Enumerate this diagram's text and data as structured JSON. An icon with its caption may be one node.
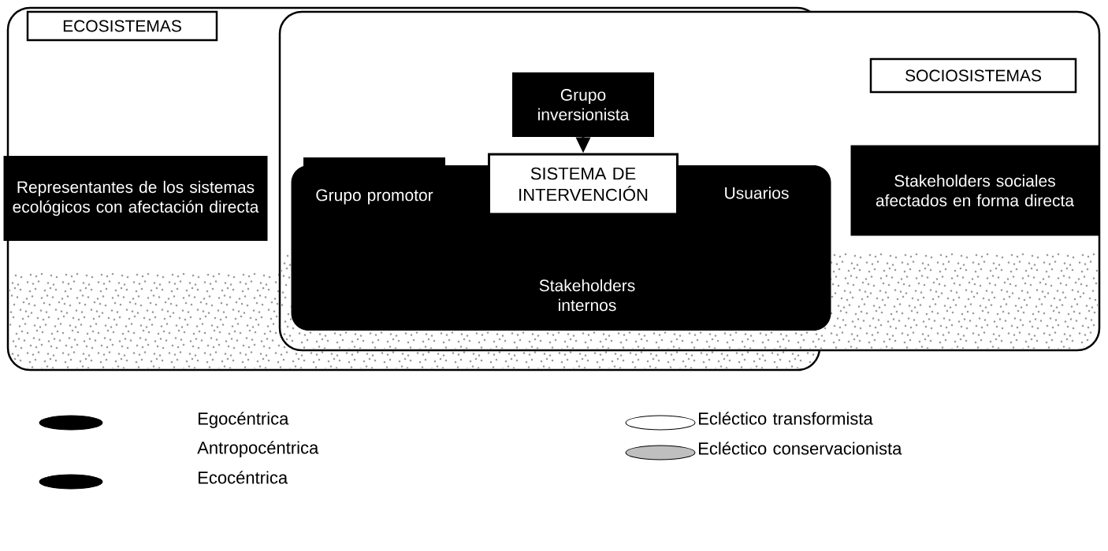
{
  "diagram": {
    "nodes": [
      {
        "text": [
          "ECOSISTEMAS"
        ]
      },
      {
        "text": [
          "Representantes de los sistemas ecológicos con afectación directa"
        ],
        "in": 0
      },
      {
        "text": [
          "SOCIOSISTEMAS"
        ]
      },
      {
        "text": [
          "Grupo inversionista"
        ]
      },
      {
        "text": [
          "Stakeholders internos"
        ]
      },
      {
        "text": [
          "Grupo promotor"
        ]
      },
      {
        "text": [
          "SISTEMA DE INTERVENCIÓN"
        ]
      },
      {
        "text": [
          "Usuarios"
        ],
        "in": 4
      },
      {
        "text": [
          "Stakeholders sociales afectados en forma directa"
        ],
        "in": 2
      }
    ],
    "edges": [
      {
        "from": 3,
        "to": 6,
        "arrow": "to"
      }
    ],
    "legend": [
      {
        "text": "Egocéntrica Antropocéntrica",
        "color": "#000000"
      },
      {
        "text": "Ecocéntrica",
        "color": "#000000"
      },
      {
        "text": "Ecléctico transformista"
      },
      {
        "text": "Ecléctico conservacionista"
      }
    ]
  }
}
